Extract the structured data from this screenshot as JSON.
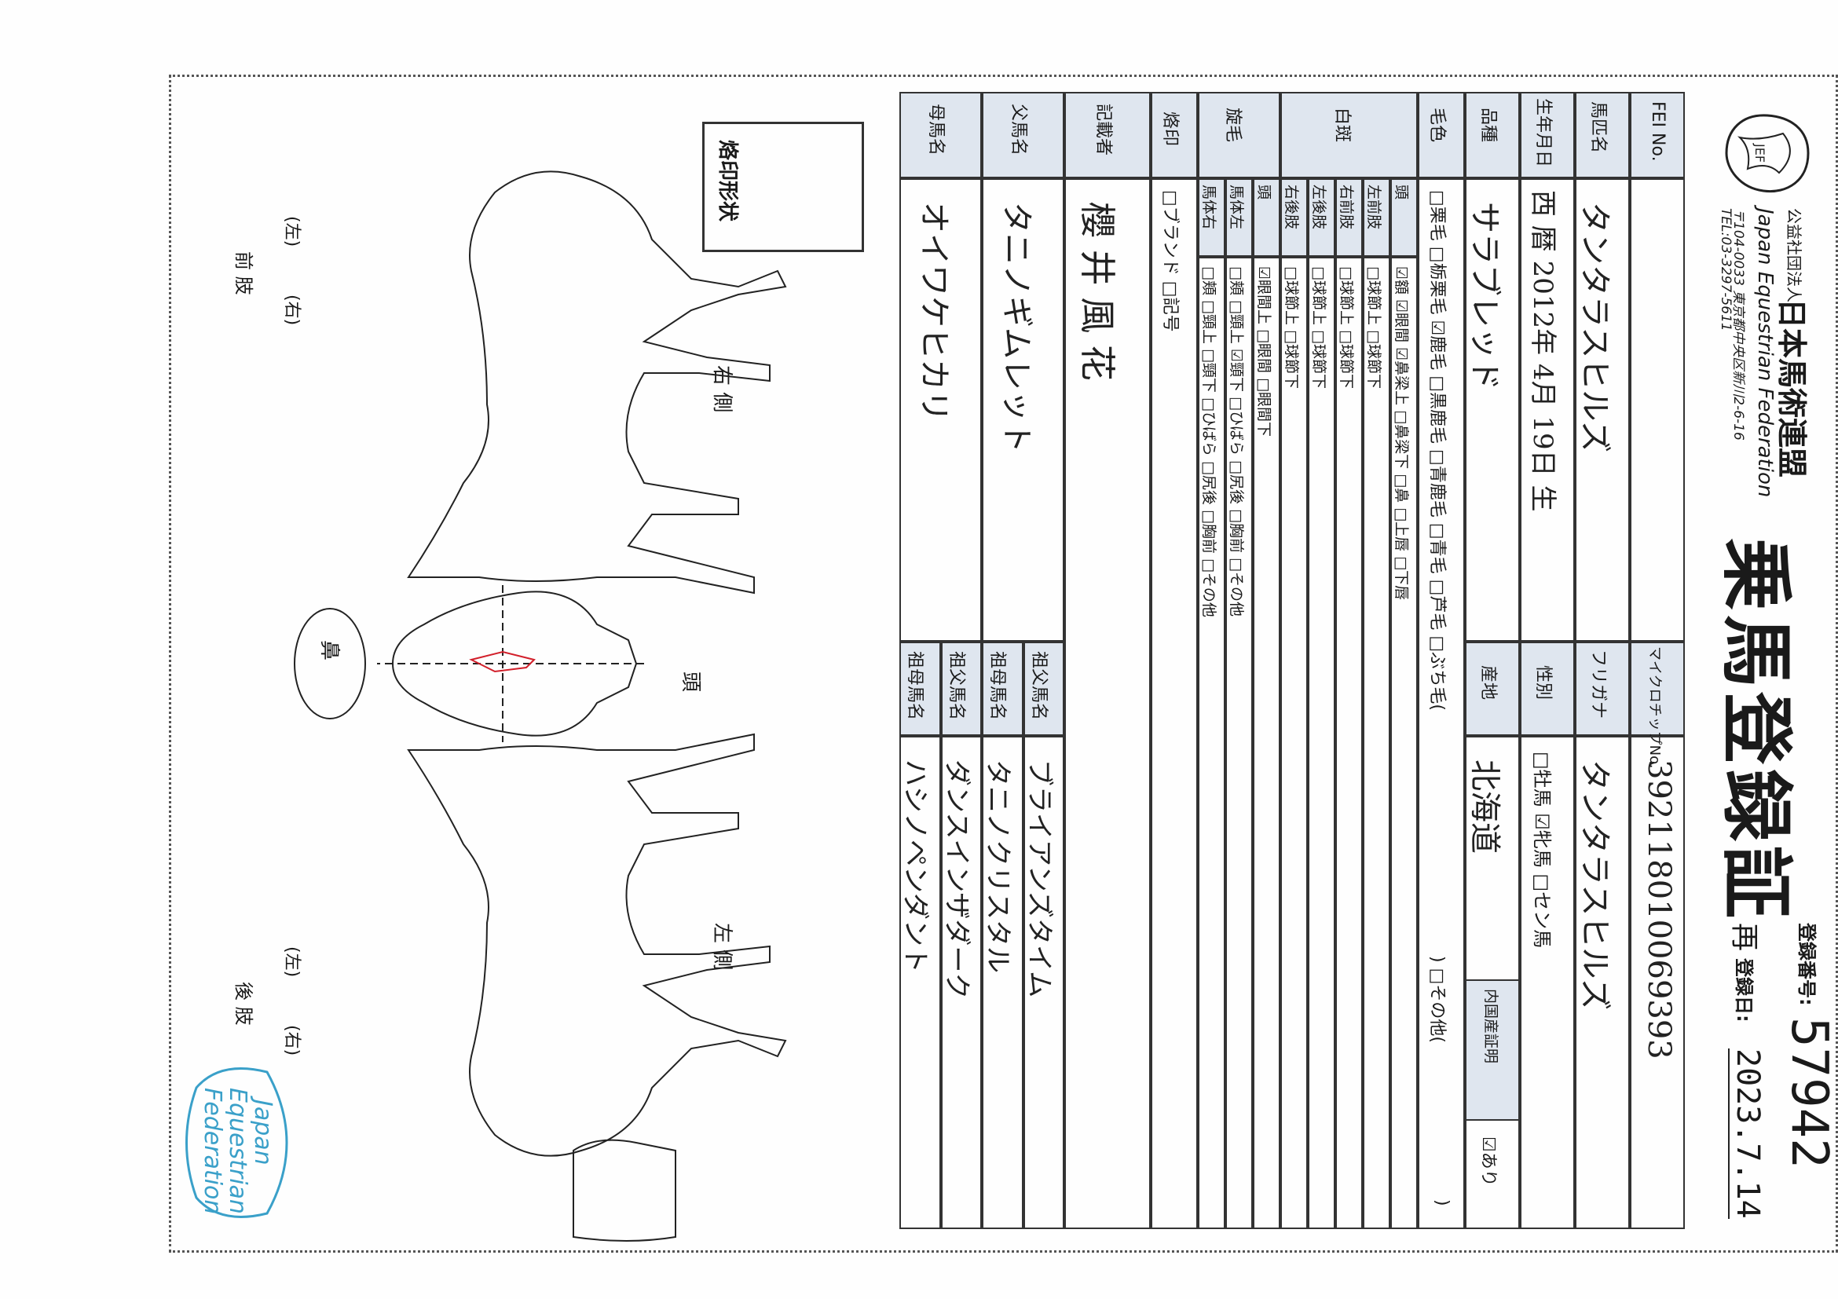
{
  "header": {
    "org_small": "公益社団法人",
    "org_name": "日本馬術連盟",
    "org_en": "Japan Equestrian Federation",
    "address": "〒104-0033 東京都中央区新川2-6-16",
    "tel": "TEL:03-3297-5611",
    "logo_text": "JEF",
    "title": "乗馬登録証",
    "reg_no_label": "登録番号:",
    "reg_no": "57942",
    "re_mark": "再",
    "reg_date_label": "登録日:",
    "reg_date": "2023.7.14"
  },
  "table": {
    "fei_label": "FEI No.",
    "chip_label": "マイクロチップNo.",
    "chip_value": "392118010069393",
    "name_label": "馬匹名",
    "name_value": "タンタラスヒルズ",
    "furigana_label": "フリガナ",
    "furigana_value": "タンタラスヒルズ",
    "dob_label": "生年月日",
    "dob_value": "西 暦 2012年 4月 19日 生",
    "sex_label": "性別",
    "sex_options": "□牡馬 ☑牝馬 □セン馬",
    "breed_label": "品種",
    "breed_value": "サラブレッド",
    "origin_label": "産地",
    "origin_value": "北海道",
    "proof_label": "内国産証明",
    "proof_value": "☑あり",
    "color_label": "毛色",
    "color_options_1": "□栗毛 □栃栗毛 ☑鹿毛 □黒鹿毛 □青鹿毛 □青毛 □芦毛 □ぶち毛(",
    "color_options_2": ") □その他(",
    "color_options_3": ")",
    "white_label": "白斑",
    "white_rows": [
      {
        "part": "頭",
        "opts": "☑額 ☑眼間 ☑鼻梁上 □鼻梁下 □鼻 □上唇 □下唇"
      },
      {
        "part": "左前肢",
        "opts": "□球節上 □球節下"
      },
      {
        "part": "右前肢",
        "opts": "□球節上 □球節下"
      },
      {
        "part": "左後肢",
        "opts": "□球節上 □球節下"
      },
      {
        "part": "右後肢",
        "opts": "□球節上 □球節下"
      }
    ],
    "whorl_label": "旋毛",
    "whorl_rows": [
      {
        "part": "頭",
        "opts": "☑眼間上 □眼間 □眼間下"
      },
      {
        "part": "馬体左",
        "opts": "□頬 □頸上 ☑頸下 □ひばら □尻後 □胸前 □その他"
      },
      {
        "part": "馬体右",
        "opts": "□頬 □頸上 □頸下 □ひばら □尻後 □胸前 □その他"
      }
    ],
    "brand_label": "烙印",
    "brand_opts": "□ブランド □記号",
    "recorder_label": "記載者",
    "recorder_value": "櫻 井 風 花",
    "sire_label": "父馬名",
    "sire_value": "タニノギムレット",
    "dam_label": "母馬名",
    "dam_value": "オイワケヒカリ",
    "gs1_label": "祖父馬名",
    "gs1_value": "ブライアンズタイム",
    "gd1_label": "祖母馬名",
    "gd1_value": "タニノクリスタル",
    "gs2_label": "祖父馬名",
    "gs2_value": "ダンスインザダーク",
    "gd2_label": "祖母馬名",
    "gd2_value": "ハシノペンダント"
  },
  "diagram": {
    "brand_box_label": "烙印形状",
    "right_side": "右 側",
    "left_side": "左 側",
    "head": "頭",
    "muzzle": "鼻",
    "fore_l": "(左)",
    "fore_r": "(右)",
    "fore_limb": "前 肢",
    "hind_l": "(左)",
    "hind_r": "(右)",
    "hind_limb": "後 肢"
  },
  "stamp": {
    "line1": "Japan",
    "line2": "Equestrian",
    "line3": "Federation",
    "color": "#3aa0c9"
  },
  "colors": {
    "shade": "#dfe6ef",
    "marking_red": "#d21f2a"
  }
}
